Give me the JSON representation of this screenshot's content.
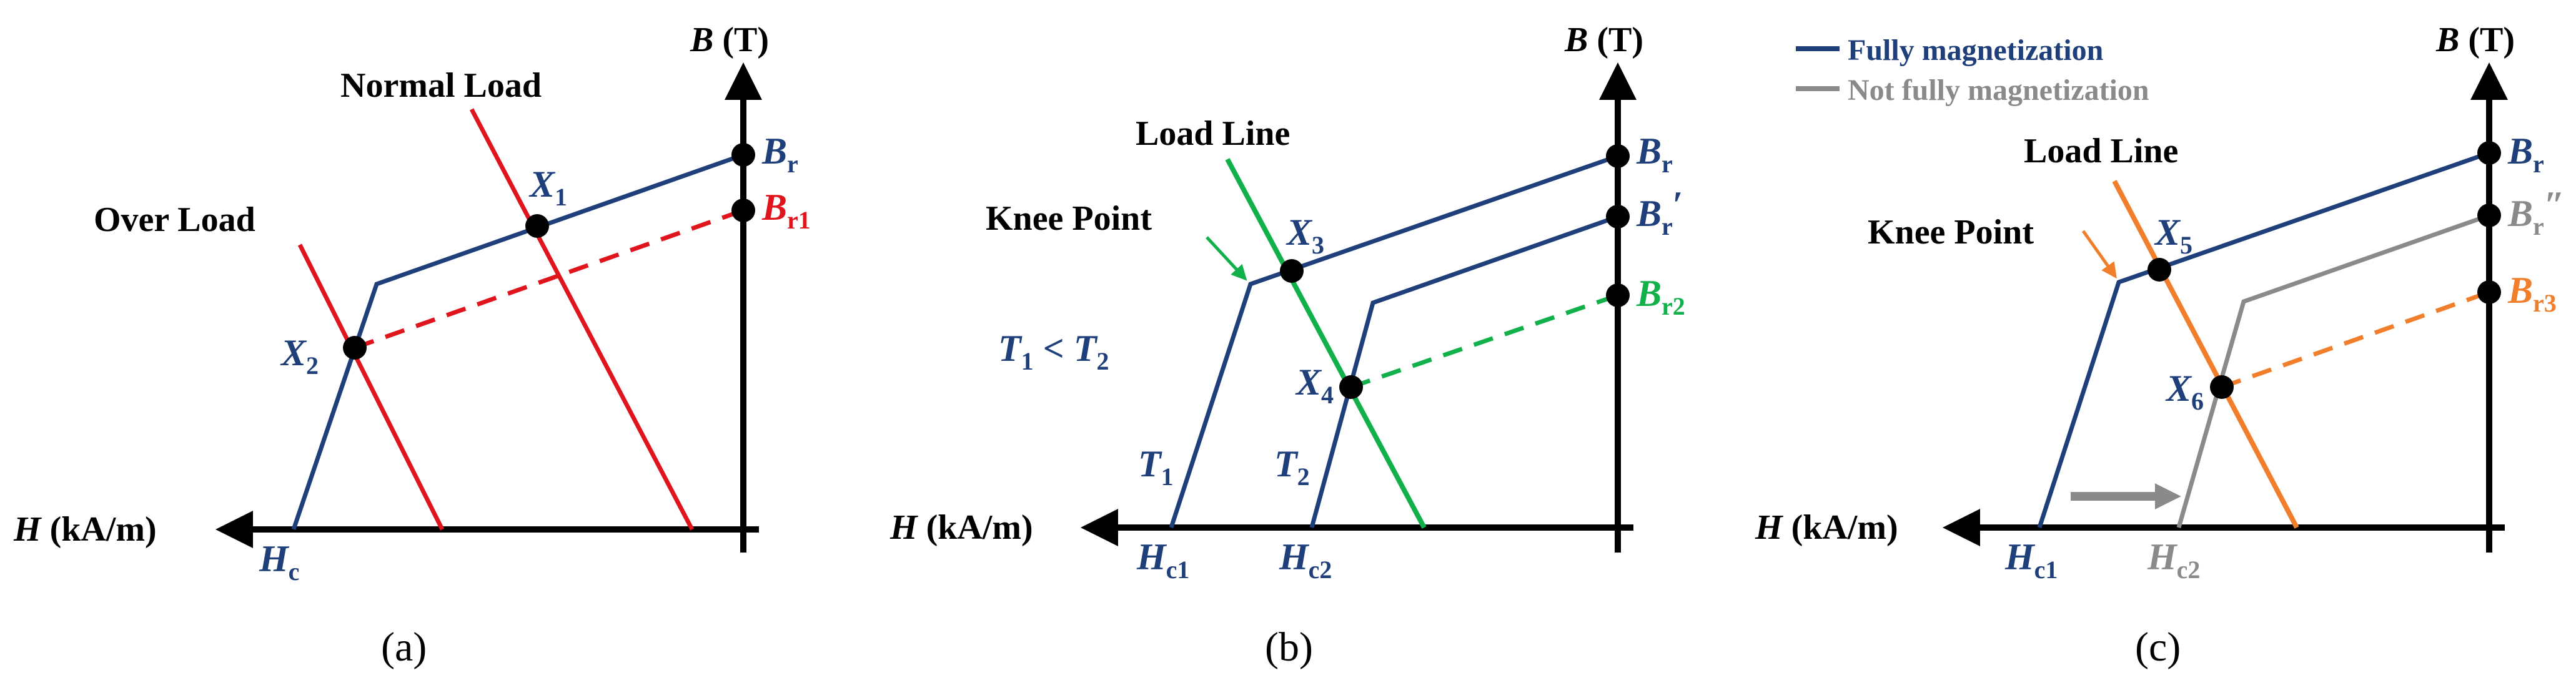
{
  "colors": {
    "blue": "#1f3f7a",
    "red": "#e0141c",
    "green": "#12b04a",
    "orange": "#f07e2a",
    "gray": "#8a8a8a",
    "black": "#000000"
  },
  "axes": {
    "b_symbol": "B",
    "b_unit": "(T)",
    "h_symbol": "H",
    "h_unit": "(kA/m)"
  },
  "panel_a": {
    "caption": "(a)",
    "normal_load": "Normal Load",
    "over_load": "Over Load",
    "x1": "X",
    "x1_sub": "1",
    "x2": "X",
    "x2_sub": "2",
    "br": "B",
    "br_sub": "r",
    "br1": "B",
    "br1_sub": "r1",
    "hc": "H",
    "hc_sub": "c"
  },
  "panel_b": {
    "caption": "(b)",
    "load_line": "Load Line",
    "knee_point": "Knee Point",
    "t_rel_1": "T",
    "t_rel_1_sub": "1",
    "t_rel_op": " < ",
    "t_rel_2": "T",
    "t_rel_2_sub": "2",
    "t1": "T",
    "t1_sub": "1",
    "t2": "T",
    "t2_sub": "2",
    "x3": "X",
    "x3_sub": "3",
    "x4": "X",
    "x4_sub": "4",
    "br": "B",
    "br_sub": "r",
    "br_prime": "B",
    "br_prime_sub": "r",
    "br_prime_mark": "′",
    "br2": "B",
    "br2_sub": "r2",
    "hc1": "H",
    "hc1_sub": "c1",
    "hc2": "H",
    "hc2_sub": "c2"
  },
  "panel_c": {
    "caption": "(c)",
    "legend_full": "Fully magnetization",
    "legend_not_full": "Not fully magnetization",
    "load_line": "Load Line",
    "knee_point": "Knee Point",
    "x5": "X",
    "x5_sub": "5",
    "x6": "X",
    "x6_sub": "6",
    "br": "B",
    "br_sub": "r",
    "br_dprime": "B",
    "br_dprime_sub": "r",
    "br_dprime_mark": "″",
    "br3": "B",
    "br3_sub": "r3",
    "hc1": "H",
    "hc1_sub": "c1",
    "hc2": "H",
    "hc2_sub": "c2"
  }
}
